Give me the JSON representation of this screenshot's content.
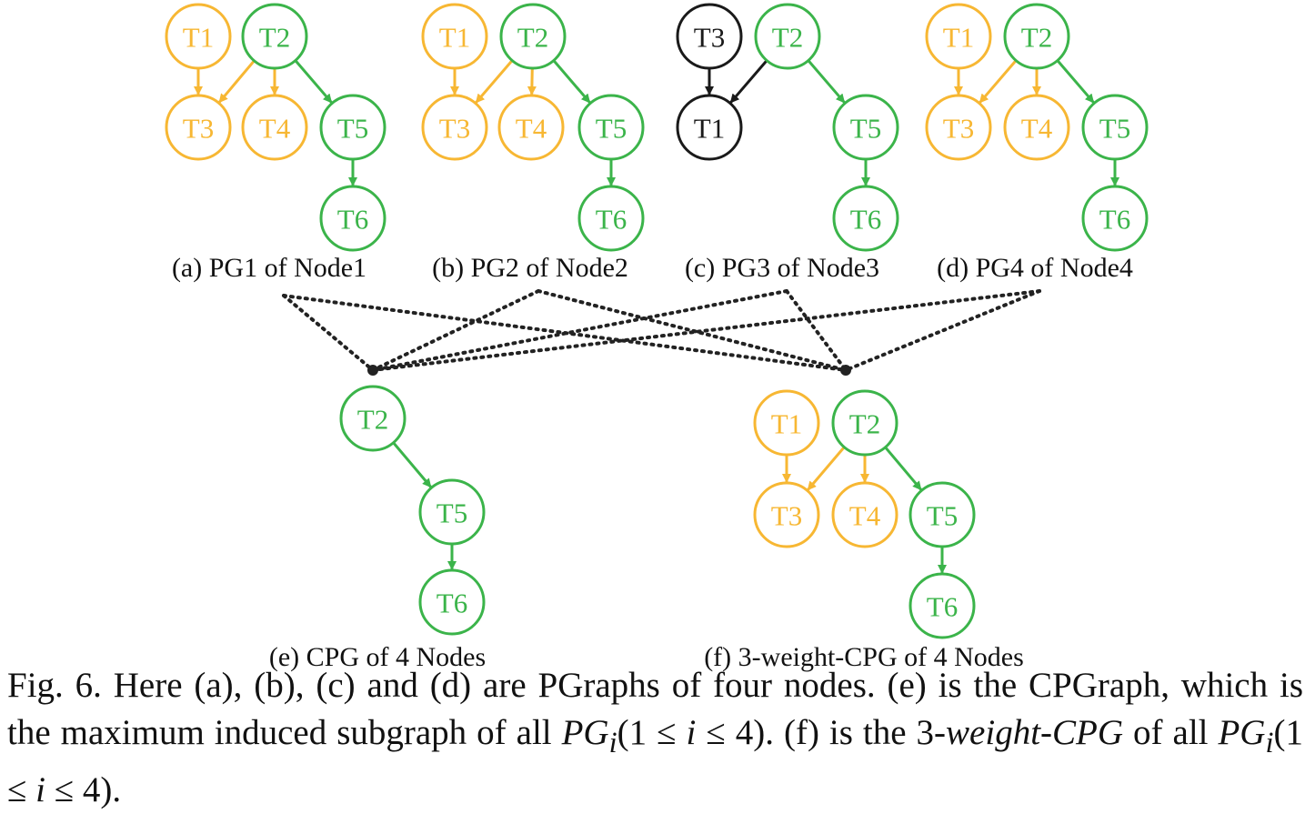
{
  "colors": {
    "orange": "#F7B733",
    "green": "#3BB44A",
    "black": "#1a1a1a",
    "dotted": "#222222"
  },
  "graphs": [
    {
      "id": "a",
      "caption": "(a) PG1 of Node1",
      "nodes": [
        {
          "id": "T1",
          "label": "T1",
          "color": "orange"
        },
        {
          "id": "T2",
          "label": "T2",
          "color": "green"
        },
        {
          "id": "T3",
          "label": "T3",
          "color": "orange"
        },
        {
          "id": "T4",
          "label": "T4",
          "color": "orange"
        },
        {
          "id": "T5",
          "label": "T5",
          "color": "green"
        },
        {
          "id": "T6",
          "label": "T6",
          "color": "green"
        }
      ],
      "edges": [
        {
          "from": "T1",
          "to": "T3",
          "color": "orange"
        },
        {
          "from": "T2",
          "to": "T3",
          "color": "orange"
        },
        {
          "from": "T2",
          "to": "T4",
          "color": "orange"
        },
        {
          "from": "T2",
          "to": "T5",
          "color": "green"
        },
        {
          "from": "T5",
          "to": "T6",
          "color": "green"
        }
      ]
    },
    {
      "id": "b",
      "caption": "(b) PG2 of Node2",
      "nodes": [
        {
          "id": "T1",
          "label": "T1",
          "color": "orange"
        },
        {
          "id": "T2",
          "label": "T2",
          "color": "green"
        },
        {
          "id": "T3",
          "label": "T3",
          "color": "orange"
        },
        {
          "id": "T4",
          "label": "T4",
          "color": "orange"
        },
        {
          "id": "T5",
          "label": "T5",
          "color": "green"
        },
        {
          "id": "T6",
          "label": "T6",
          "color": "green"
        }
      ],
      "edges": [
        {
          "from": "T1",
          "to": "T3",
          "color": "orange"
        },
        {
          "from": "T2",
          "to": "T3",
          "color": "orange"
        },
        {
          "from": "T2",
          "to": "T4",
          "color": "orange"
        },
        {
          "from": "T2",
          "to": "T5",
          "color": "green"
        },
        {
          "from": "T5",
          "to": "T6",
          "color": "green"
        }
      ]
    },
    {
      "id": "c",
      "caption": "(c) PG3 of Node3",
      "nodes": [
        {
          "id": "T3",
          "label": "T3",
          "color": "black"
        },
        {
          "id": "T2",
          "label": "T2",
          "color": "green"
        },
        {
          "id": "T1",
          "label": "T1",
          "color": "black"
        },
        {
          "id": "T5",
          "label": "T5",
          "color": "green"
        },
        {
          "id": "T6",
          "label": "T6",
          "color": "green"
        }
      ],
      "edges": [
        {
          "from": "T3",
          "to": "T1",
          "color": "black"
        },
        {
          "from": "T2",
          "to": "T1",
          "color": "black"
        },
        {
          "from": "T2",
          "to": "T5",
          "color": "green"
        },
        {
          "from": "T5",
          "to": "T6",
          "color": "green"
        }
      ]
    },
    {
      "id": "d",
      "caption": "(d) PG4 of Node4",
      "nodes": [
        {
          "id": "T1",
          "label": "T1",
          "color": "orange"
        },
        {
          "id": "T2",
          "label": "T2",
          "color": "green"
        },
        {
          "id": "T3",
          "label": "T3",
          "color": "orange"
        },
        {
          "id": "T4",
          "label": "T4",
          "color": "orange"
        },
        {
          "id": "T5",
          "label": "T5",
          "color": "green"
        },
        {
          "id": "T6",
          "label": "T6",
          "color": "green"
        }
      ],
      "edges": [
        {
          "from": "T1",
          "to": "T3",
          "color": "orange"
        },
        {
          "from": "T2",
          "to": "T3",
          "color": "orange"
        },
        {
          "from": "T2",
          "to": "T4",
          "color": "orange"
        },
        {
          "from": "T2",
          "to": "T5",
          "color": "green"
        },
        {
          "from": "T5",
          "to": "T6",
          "color": "green"
        }
      ]
    },
    {
      "id": "e",
      "caption": "(e) CPG of 4 Nodes",
      "nodes": [
        {
          "id": "T2",
          "label": "T2",
          "color": "green"
        },
        {
          "id": "T5",
          "label": "T5",
          "color": "green"
        },
        {
          "id": "T6",
          "label": "T6",
          "color": "green"
        }
      ],
      "edges": [
        {
          "from": "T2",
          "to": "T5",
          "color": "green"
        },
        {
          "from": "T5",
          "to": "T6",
          "color": "green"
        }
      ]
    },
    {
      "id": "f",
      "caption": "(f) 3-weight-CPG of 4 Nodes",
      "nodes": [
        {
          "id": "T1",
          "label": "T1",
          "color": "orange"
        },
        {
          "id": "T2",
          "label": "T2",
          "color": "green"
        },
        {
          "id": "T3",
          "label": "T3",
          "color": "orange"
        },
        {
          "id": "T4",
          "label": "T4",
          "color": "orange"
        },
        {
          "id": "T5",
          "label": "T5",
          "color": "green"
        },
        {
          "id": "T6",
          "label": "T6",
          "color": "green"
        }
      ],
      "edges": [
        {
          "from": "T1",
          "to": "T3",
          "color": "orange"
        },
        {
          "from": "T2",
          "to": "T3",
          "color": "orange"
        },
        {
          "from": "T2",
          "to": "T4",
          "color": "orange"
        },
        {
          "from": "T2",
          "to": "T5",
          "color": "green"
        },
        {
          "from": "T5",
          "to": "T6",
          "color": "green"
        }
      ]
    }
  ],
  "connections": [
    {
      "from": "a",
      "to": "e"
    },
    {
      "from": "b",
      "to": "e"
    },
    {
      "from": "c",
      "to": "e"
    },
    {
      "from": "d",
      "to": "e"
    },
    {
      "from": "a",
      "to": "f"
    },
    {
      "from": "b",
      "to": "f"
    },
    {
      "from": "c",
      "to": "f"
    },
    {
      "from": "d",
      "to": "f"
    }
  ],
  "caption": {
    "fig_label": "Fig. 6.",
    "t1": " Here (a), (b), (c) and (d) are PGraphs of four nodes. (e) is the CPGraph, which is the maximum induced subgraph of all ",
    "m1": "PG",
    "m1sub": "i",
    "m1tail": "(1 ≤ ",
    "m1i": "i",
    "m1end": " ≤ 4)",
    "t2": ". (f) is the 3-",
    "m2": "weight",
    "t3": "-",
    "m3": "CPG",
    "t4": " of all ",
    "m4": "PG",
    "m4sub": "i",
    "m4tail": "(1 ≤ ",
    "m4i": "i",
    "m4end": " ≤ 4)",
    "t5": "."
  }
}
